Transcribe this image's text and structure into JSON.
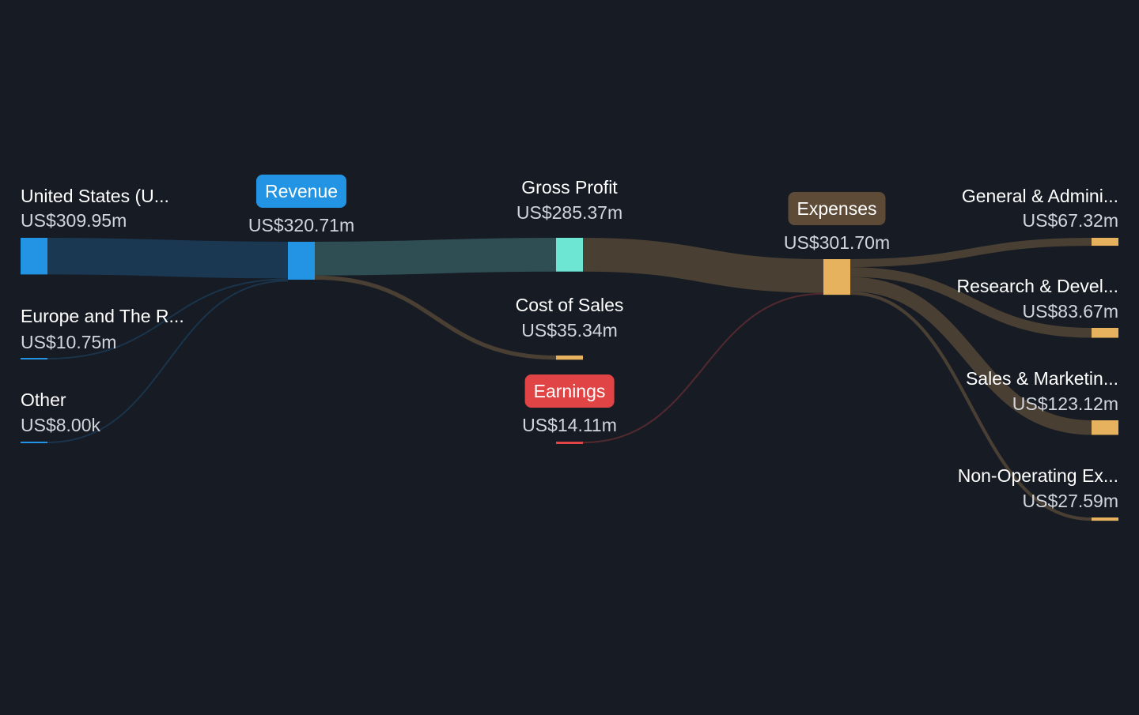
{
  "chart_data": {
    "type": "sankey",
    "currency_note": "US$",
    "colors": {
      "background": "#161b24",
      "revenue": "#2394e3",
      "gross_profit": "#6de6d4",
      "expenses": "#e6b25e",
      "earnings": "#e04444",
      "revenue_flow": "#1b3853",
      "gross_profit_flow": "#2e4e53",
      "expense_flow": "#4a3f33",
      "earnings_flow": "#5a2c30"
    },
    "nodes": [
      {
        "id": "us",
        "label": "United States (U...",
        "value": "US$309.95m",
        "amount": 309.95
      },
      {
        "id": "europe",
        "label": "Europe and The R...",
        "value": "US$10.75m",
        "amount": 10.75
      },
      {
        "id": "other",
        "label": "Other",
        "value": "US$8.00k",
        "amount": 0.008
      },
      {
        "id": "revenue",
        "label": "Revenue",
        "value": "US$320.71m",
        "amount": 320.71
      },
      {
        "id": "gross_profit",
        "label": "Gross Profit",
        "value": "US$285.37m",
        "amount": 285.37
      },
      {
        "id": "cost_of_sales",
        "label": "Cost of Sales",
        "value": "US$35.34m",
        "amount": 35.34
      },
      {
        "id": "earnings",
        "label": "Earnings",
        "value": "US$14.11m",
        "amount": 14.11
      },
      {
        "id": "expenses",
        "label": "Expenses",
        "value": "US$301.70m",
        "amount": 301.7
      },
      {
        "id": "ga",
        "label": "General & Admini...",
        "value": "US$67.32m",
        "amount": 67.32
      },
      {
        "id": "rd",
        "label": "Research & Devel...",
        "value": "US$83.67m",
        "amount": 83.67
      },
      {
        "id": "sm",
        "label": "Sales & Marketin...",
        "value": "US$123.12m",
        "amount": 123.12
      },
      {
        "id": "nonop",
        "label": "Non-Operating Ex...",
        "value": "US$27.59m",
        "amount": 27.59
      }
    ],
    "links": [
      {
        "source": "us",
        "target": "revenue",
        "amount": 309.95
      },
      {
        "source": "europe",
        "target": "revenue",
        "amount": 10.75
      },
      {
        "source": "other",
        "target": "revenue",
        "amount": 0.008
      },
      {
        "source": "revenue",
        "target": "gross_profit",
        "amount": 285.37
      },
      {
        "source": "revenue",
        "target": "cost_of_sales",
        "amount": 35.34
      },
      {
        "source": "gross_profit",
        "target": "expenses",
        "amount": 285.37
      },
      {
        "source": "earnings",
        "target": "expenses",
        "amount": 14.11
      },
      {
        "source": "expenses",
        "target": "ga",
        "amount": 67.32
      },
      {
        "source": "expenses",
        "target": "rd",
        "amount": 83.67
      },
      {
        "source": "expenses",
        "target": "sm",
        "amount": 123.12
      },
      {
        "source": "expenses",
        "target": "nonop",
        "amount": 27.59
      }
    ]
  }
}
